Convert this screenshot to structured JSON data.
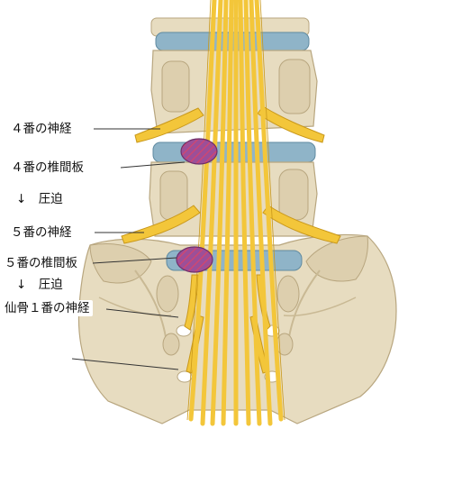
{
  "labels": {
    "nerve_l4": "４番の神経",
    "disc_l4": "４番の椎間板",
    "compress_1": "↓　圧迫",
    "nerve_l5": "５番の神経",
    "disc_l5": "５番の椎間板",
    "compress_2": "↓　圧迫",
    "nerve_s1": "仙骨１番の神経"
  },
  "colors": {
    "bone": "#e7dcc0",
    "bone_shadow": "#c9b994",
    "disc": "#8fb4c8",
    "nerve": "#f3c63a",
    "nerve_edge": "#c9981a",
    "herniation": "#9c4f98",
    "herniation_hatch": "#d6456b"
  }
}
